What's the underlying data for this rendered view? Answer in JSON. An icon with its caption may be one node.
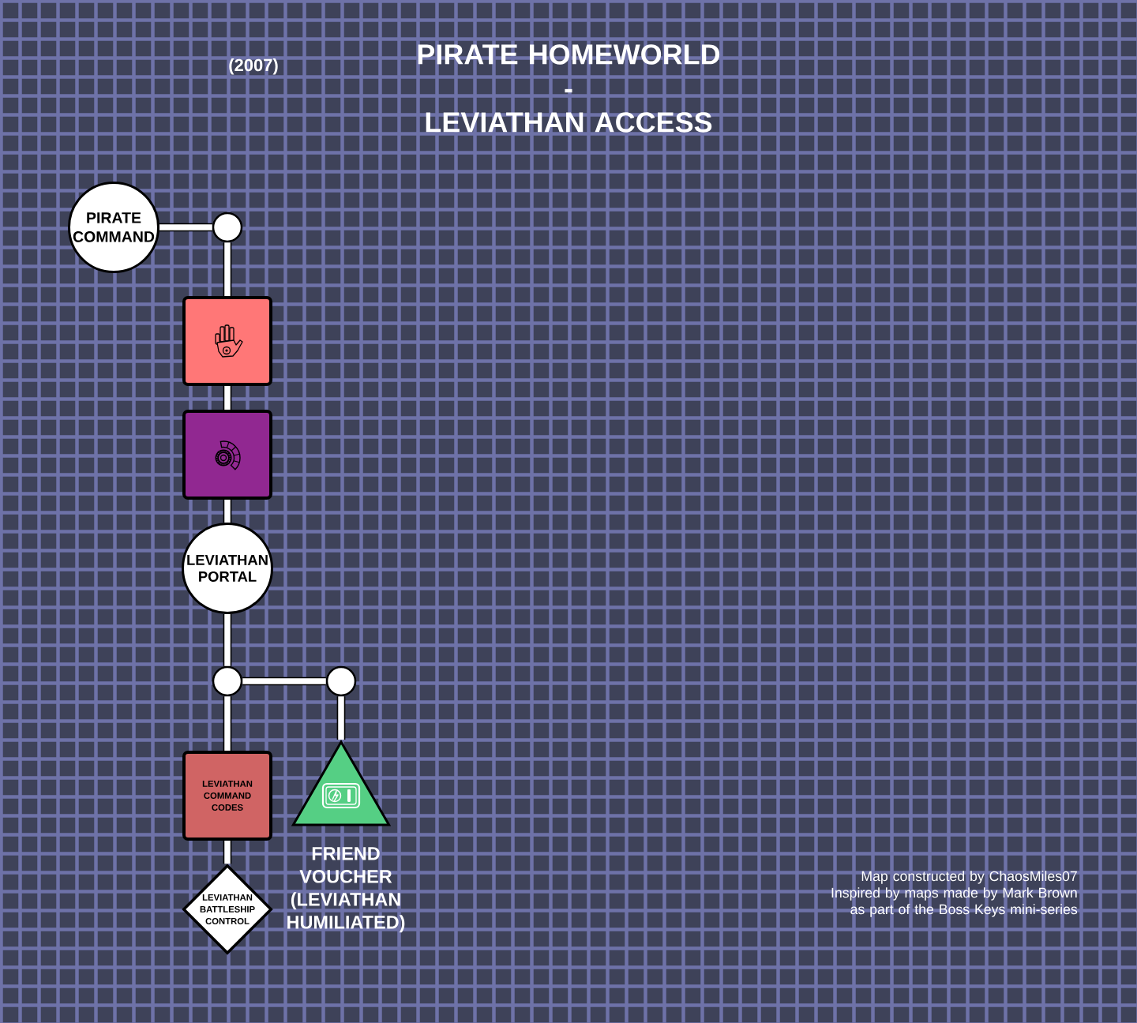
{
  "diagram": {
    "title": "PIRATE HOMEWORLD - LEVIATHAN ACCESS",
    "nodes": [
      {
        "text": [
          "PIRATE COMMAND"
        ]
      },
      {
        "text": [],
        "shape": "circle"
      },
      {
        "text": [],
        "shape": "box"
      },
      {
        "text": [],
        "shape": "box"
      },
      {
        "text": [
          "LEVIATHAN PORTAL"
        ]
      },
      {
        "text": [],
        "shape": "circle"
      },
      {
        "text": [],
        "shape": "circle"
      },
      {
        "text": [
          "LEVIATHAN COMMAND CODES"
        ]
      },
      {
        "text": [
          "FRIEND VOUCHER (LEVIATHAN HUMILIATED)"
        ]
      },
      {
        "text": [
          "LEVIATHAN BATTLESHIP CONTROL"
        ]
      }
    ],
    "edges": [
      {
        "from": 0,
        "to": 1,
        "arrow": "none"
      },
      {
        "from": 1,
        "to": 2,
        "arrow": "none"
      },
      {
        "from": 2,
        "to": 3,
        "arrow": "none"
      },
      {
        "from": 3,
        "to": 4,
        "arrow": "none"
      },
      {
        "from": 4,
        "to": 5,
        "arrow": "none"
      },
      {
        "from": 5,
        "to": 6,
        "arrow": "none"
      },
      {
        "from": 5,
        "to": 7,
        "arrow": "none"
      },
      {
        "from": 6,
        "to": 8,
        "arrow": "none"
      },
      {
        "from": 7,
        "to": 9,
        "arrow": "none"
      }
    ],
    "labels": [
      "(2007)",
      "Map constructed by ChaosMiles07",
      "Inspired by maps made by Mark Brown as part of the Boss Keys mini-series"
    ]
  }
}
